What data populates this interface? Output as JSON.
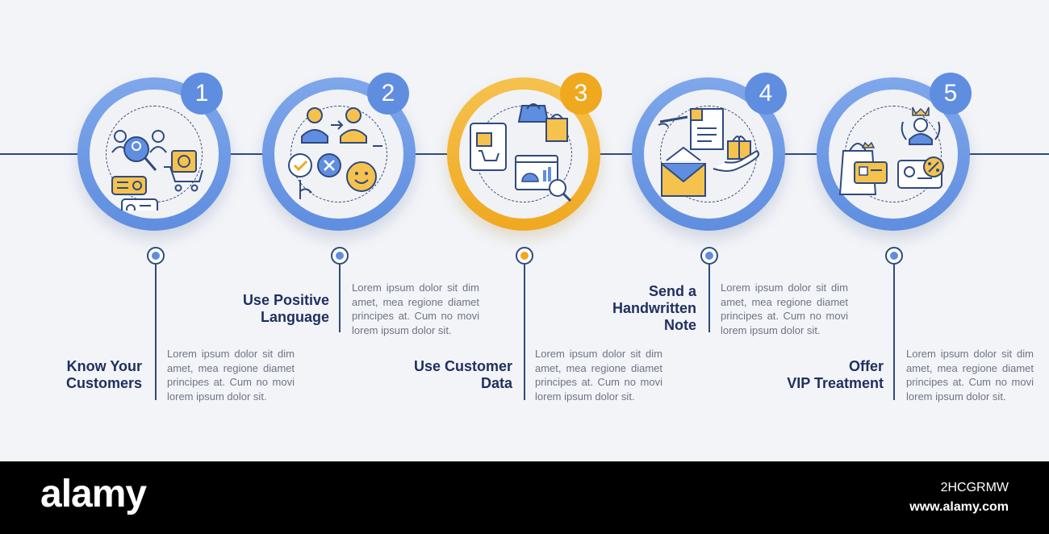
{
  "steps": [
    {
      "number": "1",
      "title_lines": [
        "Know Your",
        "Customers"
      ],
      "description": "Lorem ipsum dolor sit dim amet, mea regione diamet principes at. Cum no movi lorem ipsum dolor sit.",
      "accent": "blue"
    },
    {
      "number": "2",
      "title_lines": [
        "Use Positive",
        "Language"
      ],
      "description": "Lorem ipsum dolor sit dim amet, mea regione diamet principes at. Cum no movi lorem ipsum dolor sit.",
      "accent": "blue"
    },
    {
      "number": "3",
      "title_lines": [
        "Use Customer",
        "Data"
      ],
      "description": "Lorem ipsum dolor sit dim amet, mea regione diamet principes at. Cum no movi lorem ipsum dolor sit.",
      "accent": "gold"
    },
    {
      "number": "4",
      "title_lines": [
        "Send a",
        "Handwritten",
        "Note"
      ],
      "description": "Lorem ipsum dolor sit dim amet, mea regione diamet principes at. Cum no movi lorem ipsum dolor sit.",
      "accent": "blue"
    },
    {
      "number": "5",
      "title_lines": [
        "Offer",
        "VIP Treatment"
      ],
      "description": "Lorem ipsum dolor sit dim amet, mea regione diamet principes at. Cum no movi lorem ipsum dolor sit.",
      "accent": "blue"
    }
  ],
  "colors": {
    "blue": "#5f8ee0",
    "gold": "#f0a81f",
    "navy": "#2f4a7f",
    "background": "#f2f4f8",
    "text": "#6d7484"
  },
  "icons": [
    "customers-search-cart-icon",
    "positive-language-icon",
    "customer-data-shopping-icon",
    "handwritten-note-gift-icon",
    "vip-treatment-card-icon"
  ],
  "footer": {
    "logo": "alamy",
    "image_id": "2HCGRMW",
    "url": "www.alamy.com"
  }
}
